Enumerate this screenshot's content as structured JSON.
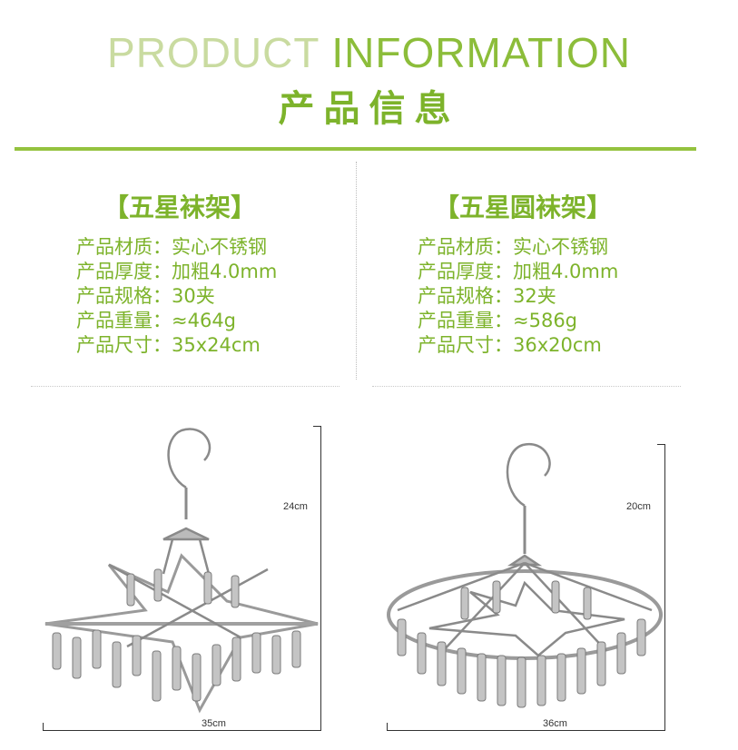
{
  "header": {
    "en_light": "PRODUCT",
    "en_bold": "INFORMATION",
    "cn": "产品信息"
  },
  "products": [
    {
      "name": "【五星袜架】",
      "specs": [
        {
          "label": "产品材质",
          "value": "实心不锈钢"
        },
        {
          "label": "产品厚度",
          "value": "加粗4.0mm"
        },
        {
          "label": "产品规格",
          "value": "30夹"
        },
        {
          "label": "产品重量",
          "value": "≈464g"
        },
        {
          "label": "产品尺寸",
          "value": "35x24cm"
        }
      ],
      "height_label": "24cm",
      "width_label": "35cm",
      "image": "star-shaped stainless steel sock drying rack with clips"
    },
    {
      "name": "【五星圆袜架】",
      "specs": [
        {
          "label": "产品材质",
          "value": "实心不锈钢"
        },
        {
          "label": "产品厚度",
          "value": "加粗4.0mm"
        },
        {
          "label": "产品规格",
          "value": "32夹"
        },
        {
          "label": "产品重量",
          "value": "≈586g"
        },
        {
          "label": "产品尺寸",
          "value": "36x20cm"
        }
      ],
      "height_label": "20cm",
      "width_label": "36cm",
      "image": "round star stainless steel sock drying rack with clips"
    }
  ],
  "separator": "：",
  "colors": {
    "accent": "#7db32b",
    "bar": "#94c23e",
    "light": "#c9dba0"
  }
}
